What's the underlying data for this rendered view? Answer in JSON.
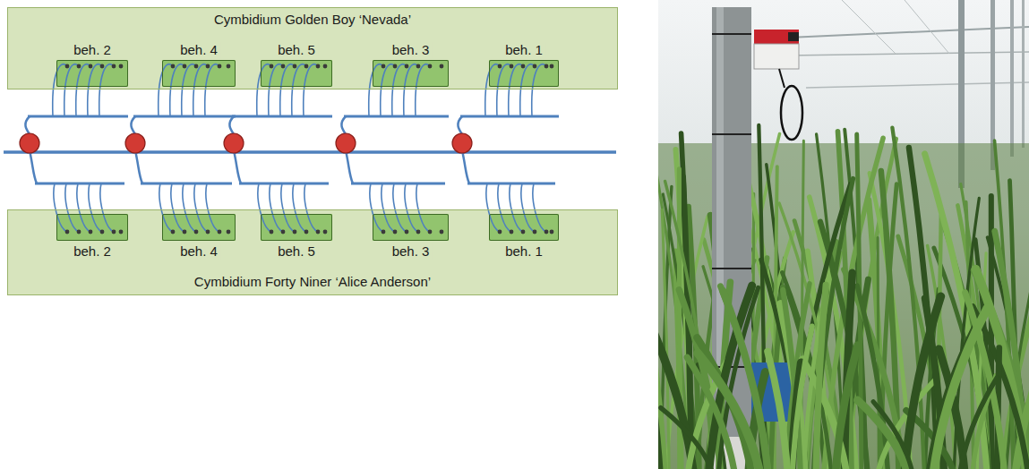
{
  "diagram": {
    "nodes": [
      {
        "text": [
          "Cymbidium Golden Boy ‘Nevada’"
        ]
      },
      {
        "text": [
          "beh. 2"
        ],
        "in": 0
      },
      {
        "text": [
          "beh. 4"
        ],
        "in": 0
      },
      {
        "text": [
          "beh. 5"
        ],
        "in": 0
      },
      {
        "text": [
          "beh. 3"
        ],
        "in": 0
      },
      {
        "text": [
          "beh. 1"
        ],
        "in": 0
      },
      {
        "text": [
          "Cymbidium Forty Niner ‘Alice Anderson’"
        ]
      },
      {
        "text": [
          "beh. 2"
        ],
        "in": 6
      },
      {
        "text": [
          "beh. 4"
        ],
        "in": 6
      },
      {
        "text": [
          "beh. 5"
        ],
        "in": 6
      },
      {
        "text": [
          "beh. 3"
        ],
        "in": 6
      },
      {
        "text": [
          "beh. 1"
        ],
        "in": 6
      }
    ]
  }
}
